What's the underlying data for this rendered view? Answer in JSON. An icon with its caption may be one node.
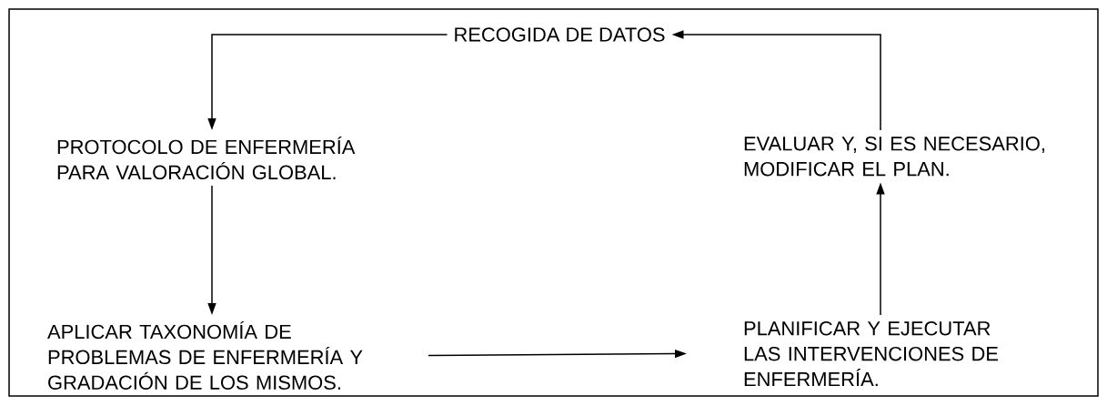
{
  "diagram": {
    "nodes": [
      {
        "text": [
          "RECOGIDA DE DATOS"
        ]
      },
      {
        "text": [
          "PROTOCOLO DE ENFERMERÍA PARA VALORACIÓN GLOBAL."
        ]
      },
      {
        "text": [
          "APLICAR TAXONOMÍA DE PROBLEMAS DE ENFERMERÍA Y GRADACIÓN DE LOS MISMOS."
        ]
      },
      {
        "text": [
          "PLANIFICAR Y EJECUTAR LAS INTERVENCIONES DE ENFERMERÍA."
        ]
      },
      {
        "text": [
          "EVALUAR Y, SI ES NECESARIO, MODIFICAR EL PLAN."
        ]
      }
    ],
    "edges": [
      {
        "from": 0,
        "to": 1,
        "arrow": "to"
      },
      {
        "from": 1,
        "to": 2,
        "arrow": "to"
      },
      {
        "from": 2,
        "to": 3,
        "arrow": "to"
      },
      {
        "from": 3,
        "to": 4,
        "arrow": "to"
      },
      {
        "from": 4,
        "to": 0,
        "arrow": "to"
      }
    ]
  }
}
